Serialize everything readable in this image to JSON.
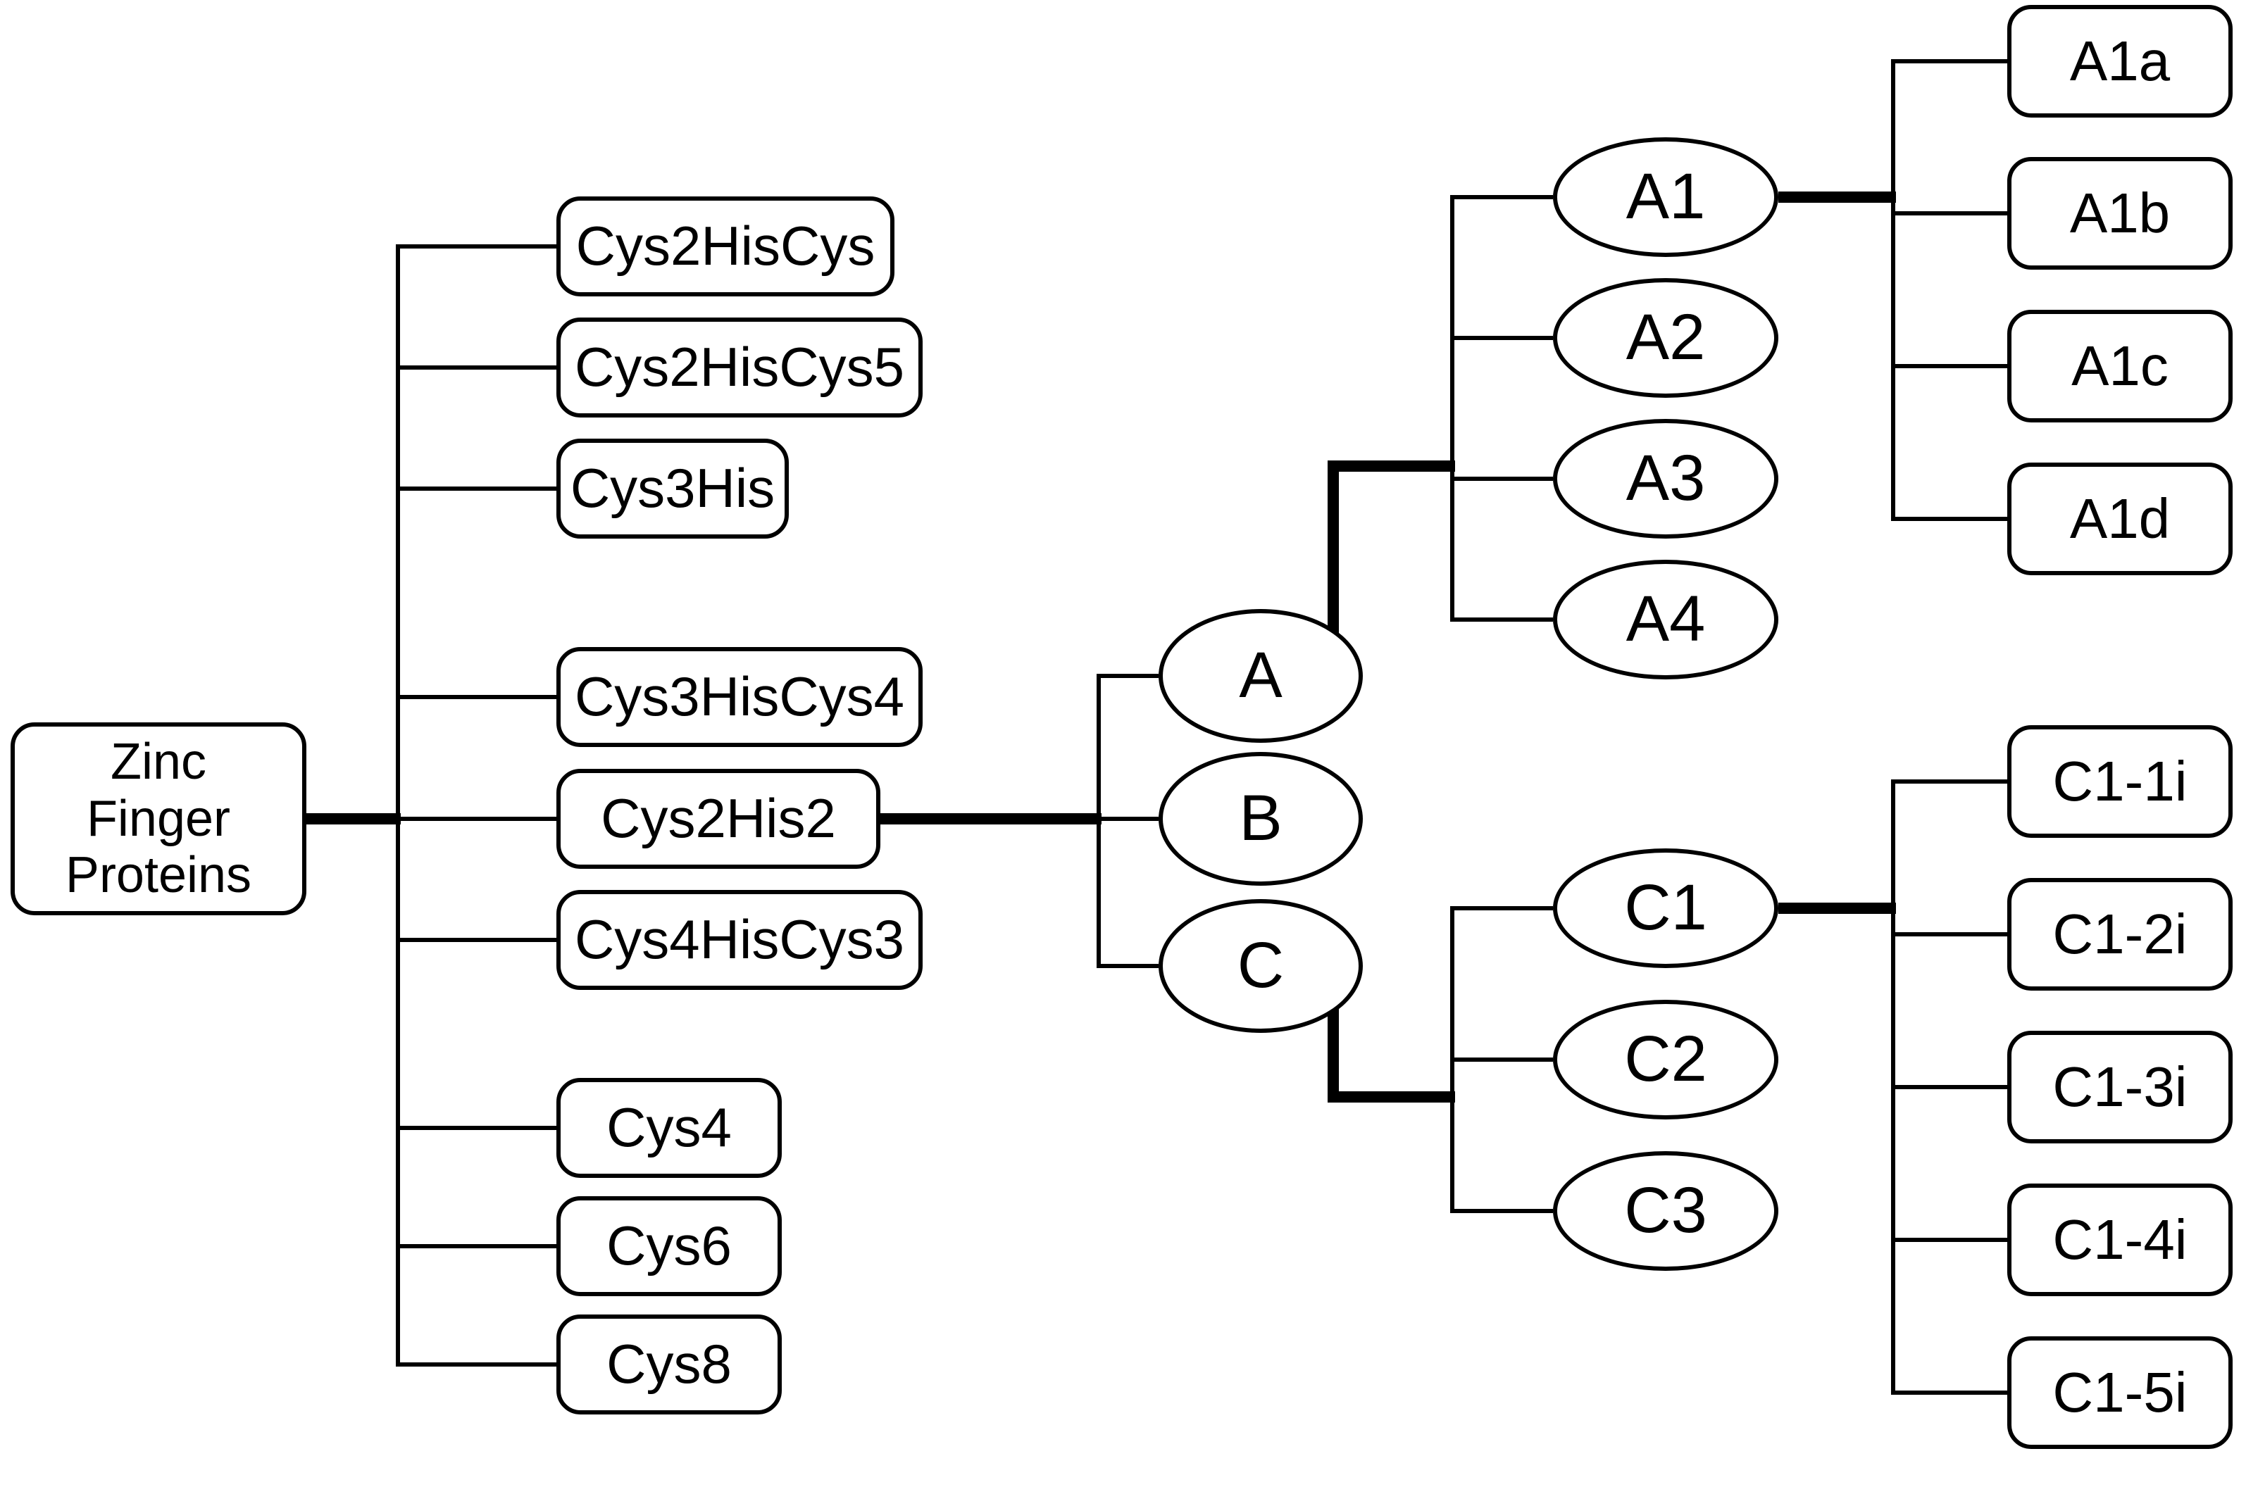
{
  "colors": {
    "background": "#ffffff",
    "node_fill": "#ffffff",
    "node_stroke": "#000000",
    "connector": "#000000"
  },
  "tree": {
    "root": {
      "label": "Zinc Finger Proteins"
    },
    "families": [
      "Cys2HisCys",
      "Cys2HisCys5",
      "Cys3His",
      "Cys3HisCys4",
      "Cys2His2",
      "Cys4HisCys3",
      "Cys4",
      "Cys6",
      "Cys8"
    ],
    "cys2his2_classes": [
      "A",
      "B",
      "C"
    ],
    "class_a_subclasses": [
      "A1",
      "A2",
      "A3",
      "A4"
    ],
    "a1_variants": [
      "A1a",
      "A1b",
      "A1c",
      "A1d"
    ],
    "class_c_subclasses": [
      "C1",
      "C2",
      "C3"
    ],
    "c1_variants": [
      "C1-1i",
      "C1-2i",
      "C1-3i",
      "C1-4i",
      "C1-5i"
    ]
  }
}
